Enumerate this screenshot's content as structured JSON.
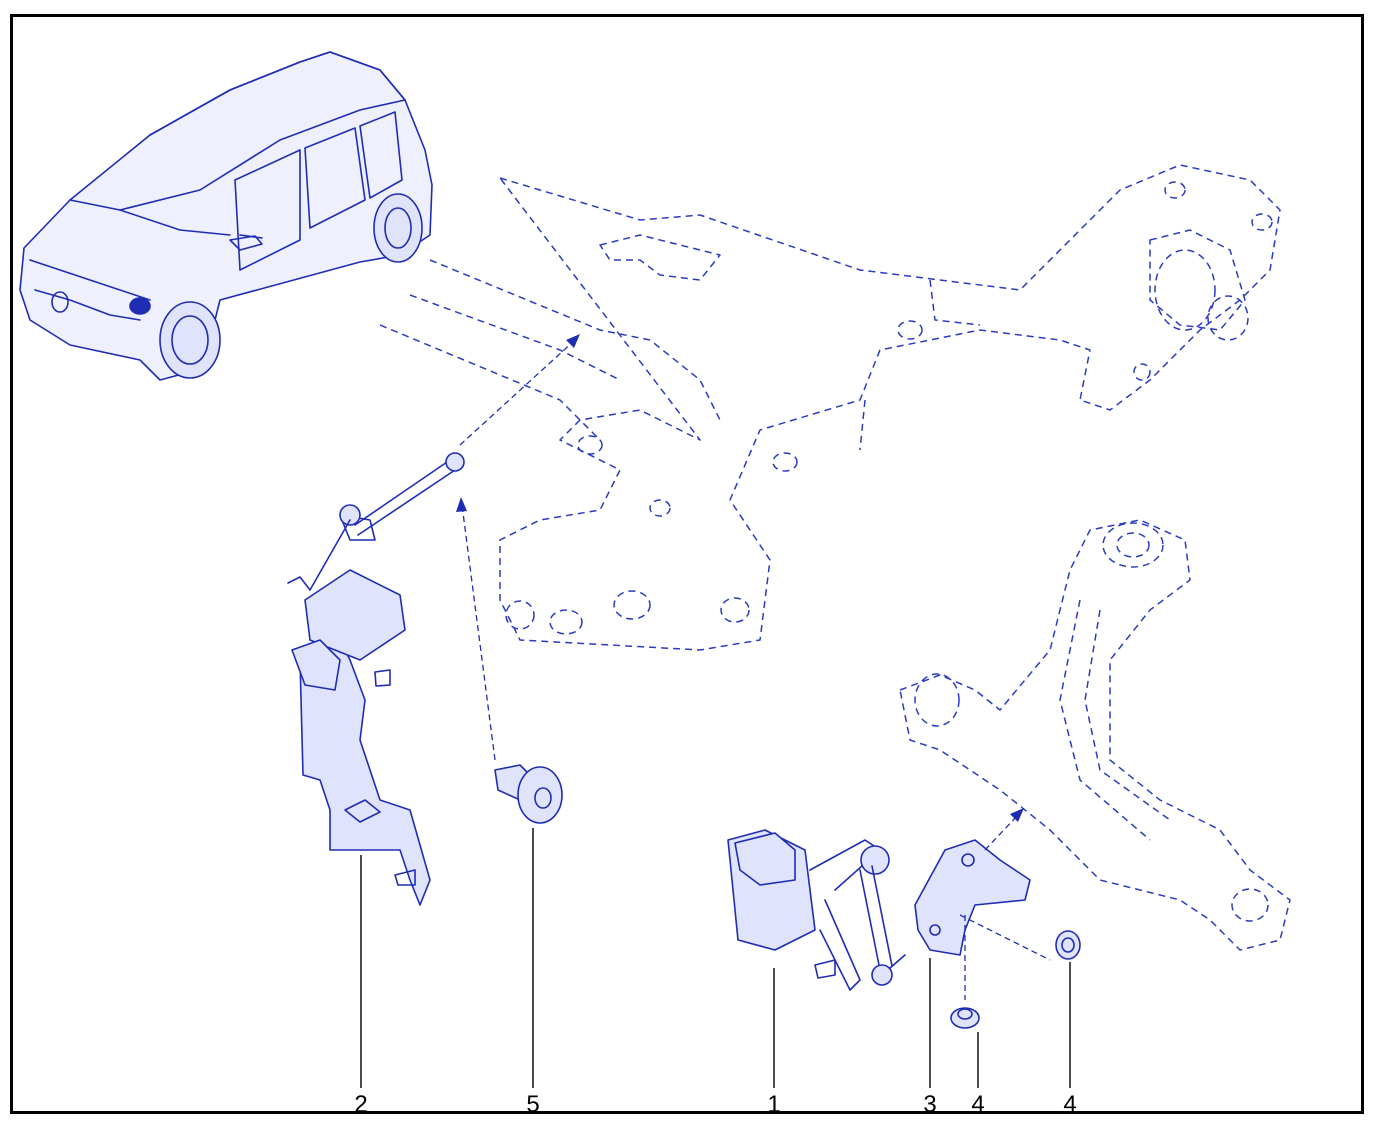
{
  "colors": {
    "line": "#1f2db4",
    "frame": "#000000",
    "background": "#ffffff"
  },
  "callouts": [
    {
      "id": "sensor-with-bracket",
      "number": "2"
    },
    {
      "id": "clip-fastener",
      "number": "5"
    },
    {
      "id": "height-sensor",
      "number": "1"
    },
    {
      "id": "mounting-bracket",
      "number": "3"
    },
    {
      "id": "nut-lower",
      "number": "4"
    },
    {
      "id": "nut-right",
      "number": "4"
    }
  ]
}
